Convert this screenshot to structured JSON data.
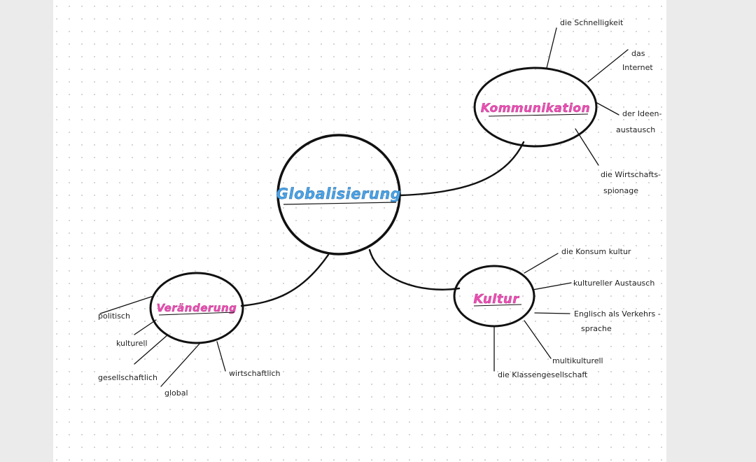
{
  "colors": {
    "page_background": "#ebebeb",
    "paper": "#ffffff",
    "dots": "#c8c8c8",
    "ink": "#111111",
    "center_accent": "#4aa3e8",
    "branch_accent": "#ee4fb5"
  },
  "center": {
    "label": "Globalisierung"
  },
  "branches": {
    "kommunikation": {
      "label": "Kommunikation",
      "leaves": {
        "schnelligkeit": "die Schnelligkeit",
        "internet_1": "das",
        "internet_2": "Internet",
        "ideen_1": "der Ideen-",
        "ideen_2": "austausch",
        "spionage_1": "die Wirtschafts-",
        "spionage_2": "spionage"
      }
    },
    "kultur": {
      "label": "Kultur",
      "leaves": {
        "konsumkultur": "die Konsum kultur",
        "austausch": "kultureller Austausch",
        "englisch_1": "Englisch als Verkehrs -",
        "englisch_2": "sprache",
        "multikulturell": "multikulturell",
        "klassengesellschaft": "die Klassengesellschaft"
      }
    },
    "veraenderung": {
      "label": "Veränderung",
      "leaves": {
        "politisch": "politisch",
        "kulturell": "kulturell",
        "gesellschaftlich": "gesellschaftlich",
        "global": "global",
        "wirtschaftlich": "wirtschaftlich"
      }
    }
  }
}
